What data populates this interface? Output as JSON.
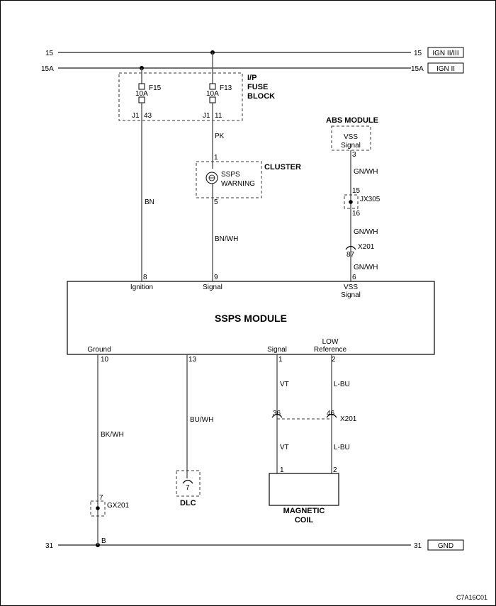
{
  "buses": {
    "b15_left": "15",
    "b15_right": "15",
    "b15_tag": "IGN II/III",
    "b15a_left": "15A",
    "b15a_right": "15A",
    "b15a_tag": "IGN II",
    "b31_left": "31",
    "b31_right": "31",
    "b31_tag": "GND"
  },
  "fuse_block": {
    "label_line1": "I/P",
    "label_line2": "FUSE",
    "label_line3": "BLOCK",
    "f15_name": "F15",
    "f15_rating": "10A",
    "f15_conn": "J1",
    "f15_pin": "43",
    "f13_name": "F13",
    "f13_rating": "10A",
    "f13_conn": "J1",
    "f13_pin": "11"
  },
  "cluster": {
    "label": "CLUSTER",
    "text1": "SSPS",
    "text2": "WARNING",
    "pin_in": "1",
    "pin_out": "5"
  },
  "abs": {
    "label": "ABS MODULE",
    "text1": "VSS",
    "text2": "Signal",
    "pin": "3"
  },
  "connectors": {
    "jx305": "JX305",
    "jx305_pin_top": "15",
    "jx305_pin_bottom": "16",
    "x201_upper": "X201",
    "x201_upper_pin": "87",
    "x201_lower": "X201",
    "x201_pin_a": "36",
    "x201_pin_b": "46",
    "gx201": "GX201",
    "gx201_pin": "7",
    "ground_b": "B"
  },
  "wires": {
    "bn": "BN",
    "pk": "PK",
    "bn_wh": "BN/WH",
    "gn_wh_1": "GN/WH",
    "gn_wh_2": "GN/WH",
    "gn_wh_3": "GN/WH",
    "bk_wh": "BK/WH",
    "bu_wh": "BU/WH",
    "vt_1": "VT",
    "vt_2": "VT",
    "lbu_1": "L-BU",
    "lbu_2": "L-BU"
  },
  "module": {
    "title": "SSPS MODULE",
    "pin8": "8",
    "pin8_label": "Ignition",
    "pin9": "9",
    "pin9_label": "Signal",
    "pin6": "6",
    "pin6_label1": "VSS",
    "pin6_label2": "Signal",
    "pin10": "10",
    "pin10_label": "Ground",
    "pin13": "13",
    "pin1": "1",
    "pin1_label": "Signal",
    "pin2": "2",
    "pin2_label1": "LOW",
    "pin2_label2": "Reference"
  },
  "dlc": {
    "label": "DLC",
    "pin": "7"
  },
  "coil": {
    "label1": "MAGNETIC",
    "label2": "COIL",
    "pin1": "1",
    "pin2": "2"
  },
  "figure_id": "C7A16C01"
}
